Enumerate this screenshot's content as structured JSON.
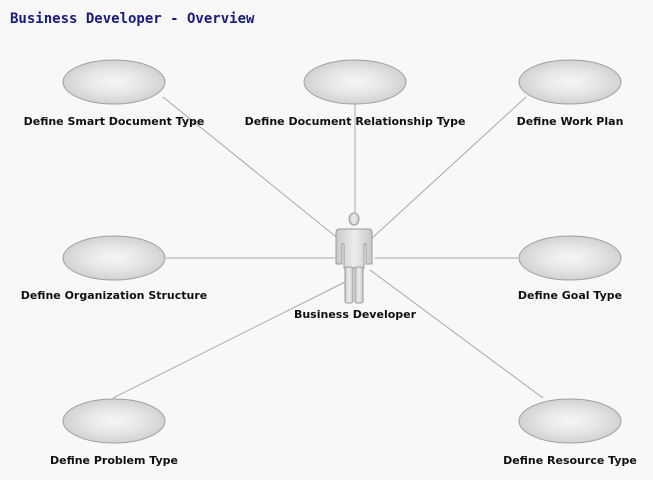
{
  "diagram": {
    "title": "Business Developer - Overview",
    "actor": {
      "name": "Business Developer",
      "icon": "actor-icon"
    },
    "use_cases": [
      {
        "id": "define-smart-document-type",
        "label": "Define Smart Document Type"
      },
      {
        "id": "define-document-relationship-type",
        "label": "Define Document Relationship Type"
      },
      {
        "id": "define-work-plan",
        "label": "Define Work Plan"
      },
      {
        "id": "define-organization-structure",
        "label": "Define Organization Structure"
      },
      {
        "id": "define-goal-type",
        "label": "Define Goal Type"
      },
      {
        "id": "define-problem-type",
        "label": "Define Problem Type"
      },
      {
        "id": "define-resource-type",
        "label": "Define Resource Type"
      }
    ],
    "colors": {
      "title": "#1a1a86",
      "ellipse_light": "#f4f4f4",
      "ellipse_dark": "#d4d4d4",
      "ellipse_stroke": "#a0a0a0",
      "connector": "#a8a8a8",
      "actor_fill": "#dcdcdc",
      "actor_stroke": "#9a9a9a"
    }
  }
}
